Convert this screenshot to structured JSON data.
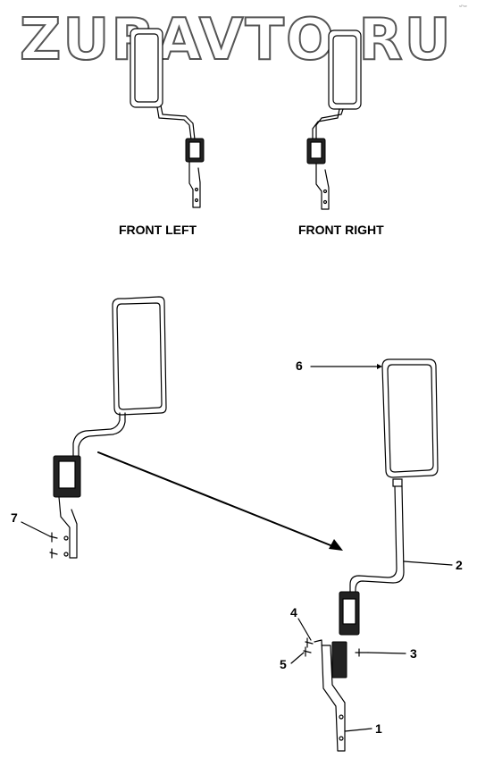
{
  "watermark": {
    "text": "ZURAVTO.RU",
    "corner_mark": "sPse"
  },
  "captions": {
    "front_left": "FRONT LEFT",
    "front_right": "FRONT RIGHT"
  },
  "callouts": [
    "1",
    "2",
    "3",
    "4",
    "5",
    "6",
    "7"
  ]
}
